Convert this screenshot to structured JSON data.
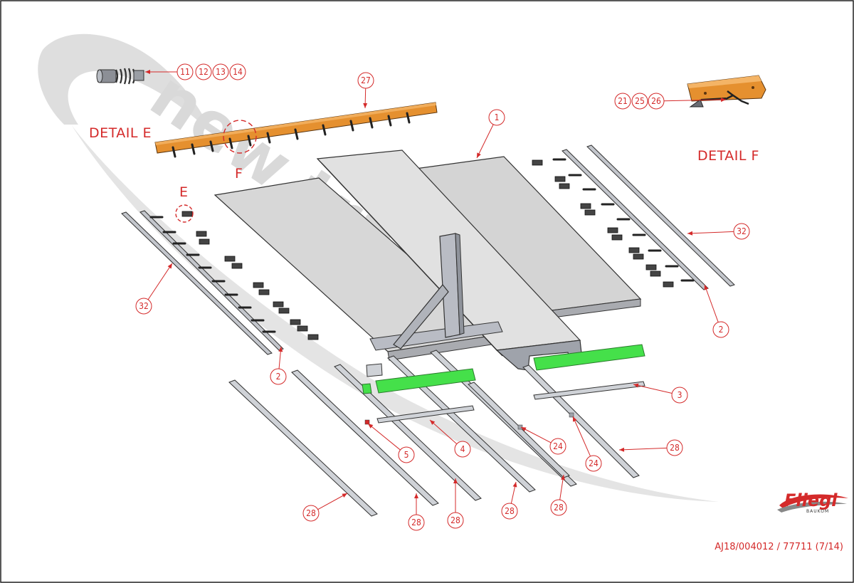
{
  "title": "",
  "colors": {
    "callout": "#d42a2a",
    "panel_fill": "#d7d7d7",
    "frame_fill": "#b9bcc4",
    "rail_fill": "#c3c6cc",
    "bar_fill": "#cfd2d7",
    "green_part": "#45e04a",
    "orange_part": "#e5902f",
    "watermark": "#dcdcdc"
  },
  "watermark": {
    "text": "new trailers"
  },
  "labels": {
    "detail_e": "DETAIL E",
    "detail_f": "DETAIL F",
    "marker_e": "E",
    "marker_f": "F"
  },
  "callouts": [
    {
      "id": "c11",
      "text": "11"
    },
    {
      "id": "c12",
      "text": "12"
    },
    {
      "id": "c13",
      "text": "13"
    },
    {
      "id": "c14",
      "text": "14"
    },
    {
      "id": "c27",
      "text": "27"
    },
    {
      "id": "c21",
      "text": "21"
    },
    {
      "id": "c25",
      "text": "25"
    },
    {
      "id": "c26",
      "text": "26"
    },
    {
      "id": "c1",
      "text": "1"
    },
    {
      "id": "c32r",
      "text": "32"
    },
    {
      "id": "c32l",
      "text": "32"
    },
    {
      "id": "c2r",
      "text": "2"
    },
    {
      "id": "c2l",
      "text": "2"
    },
    {
      "id": "c3",
      "text": "3"
    },
    {
      "id": "c24a",
      "text": "24"
    },
    {
      "id": "c24b",
      "text": "24"
    },
    {
      "id": "c5",
      "text": "5"
    },
    {
      "id": "c4",
      "text": "4"
    },
    {
      "id": "c28a",
      "text": "28"
    },
    {
      "id": "c28b",
      "text": "28"
    },
    {
      "id": "c28c",
      "text": "28"
    },
    {
      "id": "c28d",
      "text": "28"
    },
    {
      "id": "c28e",
      "text": "28"
    },
    {
      "id": "c28f",
      "text": "28"
    }
  ],
  "logo": {
    "brand": "Fliegl",
    "sub": "BAUKOM"
  },
  "document_number": "AJ18/004012 / 77711 (7/14)"
}
